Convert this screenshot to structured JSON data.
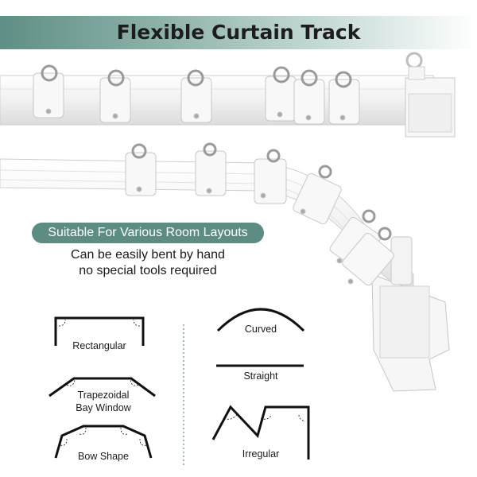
{
  "banner": {
    "title": "Flexible Curtain Track"
  },
  "tagline": {
    "pill": "Suitable For Various Room Layouts",
    "line1": "Can be easily bent by hand",
    "line2": "no special tools required"
  },
  "layouts": {
    "rectangular": "Rectangular",
    "trapezoidal_line1": "Trapezoidal",
    "trapezoidal_line2": "Bay Window",
    "bow": "Bow Shape",
    "curved": "Curved",
    "straight": "Straight",
    "irregular": "Irregular"
  },
  "colors": {
    "accent": "#5d8c83",
    "track": "#ffffff",
    "outline": "#111111"
  }
}
